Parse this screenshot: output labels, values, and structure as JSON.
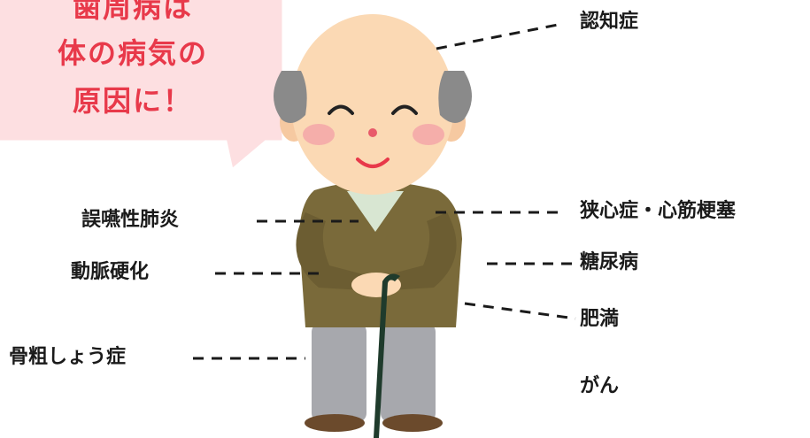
{
  "speech_bubble": {
    "lines": [
      "歯周病は",
      "体の病気の",
      "原因に！"
    ],
    "fill_color": "#fddfe1",
    "text_color": "#e8394a"
  },
  "conditions": {
    "dementia": "認知症",
    "angina_mi": "狭心症・心筋梗塞",
    "diabetes": "糖尿病",
    "obesity": "肥満",
    "cancer": "がん",
    "aspiration_pneumonia": "誤嚥性肺炎",
    "arteriosclerosis": "動脈硬化",
    "osteoporosis": "骨粗しょう症"
  },
  "illustration": {
    "subject": "smiling elderly man with cane",
    "skin_color": "#fbd9b4",
    "hair_color": "#8a8a8a",
    "sweater_color": "#7a6a3a",
    "pants_color": "#a7a8ad"
  }
}
